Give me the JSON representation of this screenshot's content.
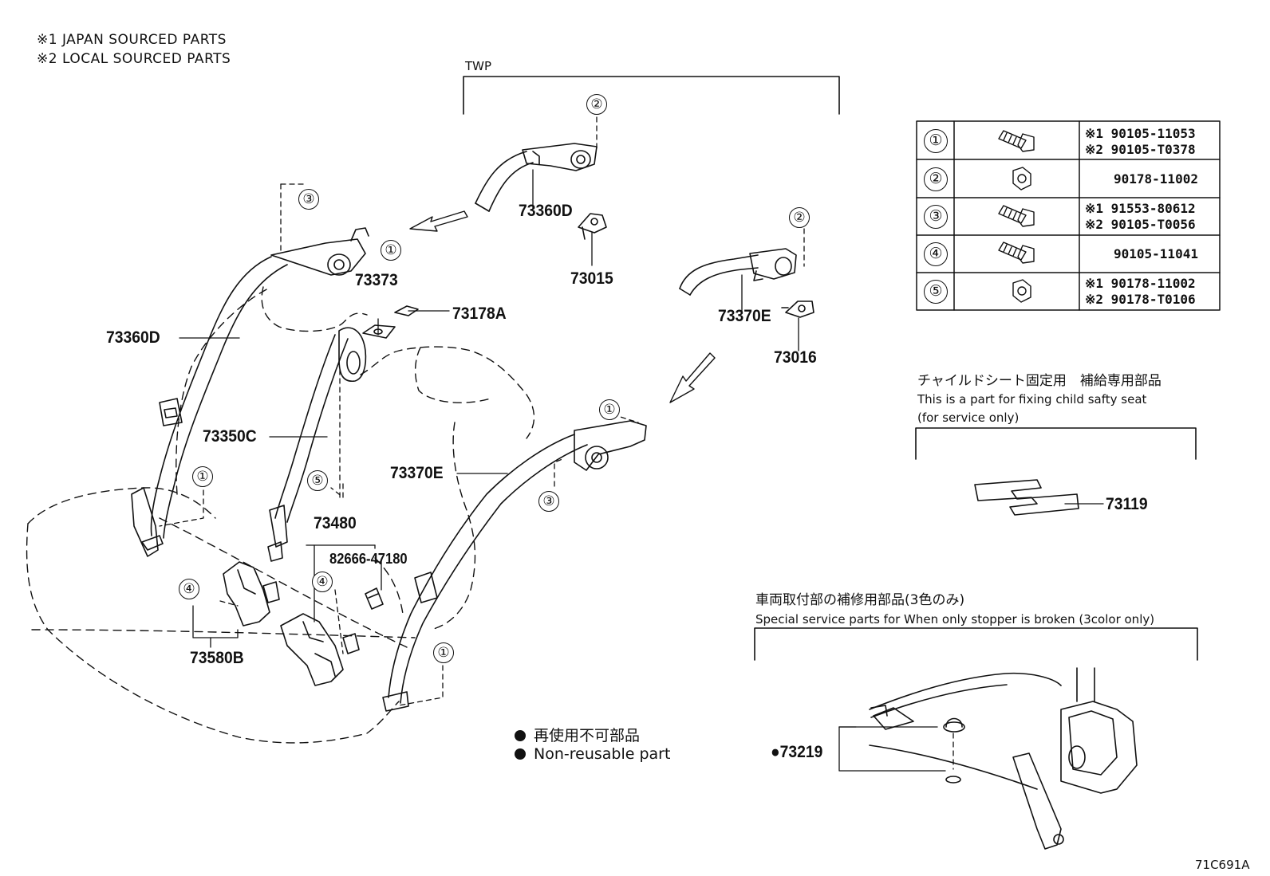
{
  "notes": {
    "n1": "※1 JAPAN SOURCED PARTS",
    "n2": "※2 LOCAL SOURCED PARTS"
  },
  "twp_label": "TWP",
  "part_labels": {
    "p73360D_top": "73360D",
    "p73015": "73015",
    "p73373": "73373",
    "p73178A": "73178A",
    "p73360D_left": "73360D",
    "p73370E_right": "73370E",
    "p73016": "73016",
    "p73350C": "73350C",
    "p73370E_mid": "73370E",
    "p73480": "73480",
    "p82666": "82666-47180",
    "p73580B": "73580B",
    "p73119": "73119",
    "p73219": "●73219",
    "drawing_code": "71C691A"
  },
  "callouts": {
    "c2_top": "②",
    "c3_top": "③",
    "c1_upper": "①",
    "c2_right": "②",
    "c1_mid": "①",
    "c1_left": "①",
    "c5": "⑤",
    "c3_mid": "③",
    "c4_left": "④",
    "c4_mid": "④",
    "c1_low": "①"
  },
  "fastener_table": [
    {
      "ref": "①",
      "icon": "bolt-icon",
      "lines": [
        "※1 90105-11053",
        "※2 90105-T0378"
      ]
    },
    {
      "ref": "②",
      "icon": "nut-icon",
      "lines": [
        "90178-11002"
      ]
    },
    {
      "ref": "③",
      "icon": "bolt-icon",
      "lines": [
        "※1 91553-80612",
        "※2 90105-T0056"
      ]
    },
    {
      "ref": "④",
      "icon": "bolt-icon",
      "lines": [
        "90105-11041"
      ]
    },
    {
      "ref": "⑤",
      "icon": "nut-icon",
      "lines": [
        "※1 90178-11002",
        "※2 90178-T0106"
      ]
    }
  ],
  "child_seat": {
    "jp": "チャイルドシート固定用　補給専用部品",
    "en1": "This is a part for fixing child safty seat",
    "en2": "(for service only)"
  },
  "stopper": {
    "jp": "車両取付部の補修用部品(3色のみ)",
    "en": "Special service parts for When only stopper is broken (3color only)"
  },
  "legend": {
    "jp": "再使用不可部品",
    "en": "Non-reusable part"
  },
  "colors": {
    "ink": "#111111",
    "paper": "#ffffff"
  }
}
